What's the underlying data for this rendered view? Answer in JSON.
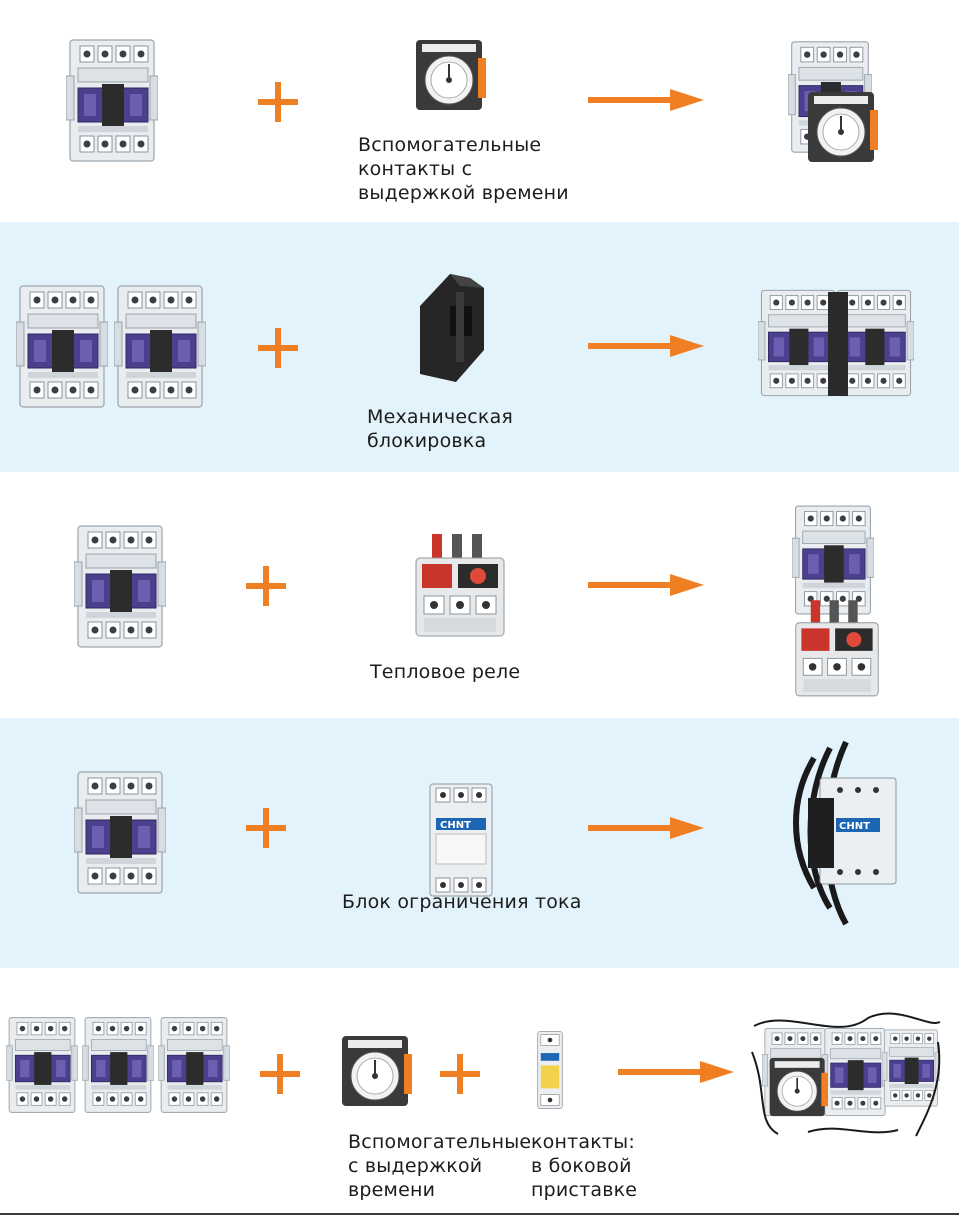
{
  "colors": {
    "accent_orange": "#f07f23",
    "band_blue": "#e3f3fb",
    "contactor_body": "#eceff2",
    "contactor_purple": "#4b3f8e",
    "dark_module": "#2b2b2b",
    "relay_red": "#c9352b",
    "text": "#1c1c1c"
  },
  "rows": [
    {
      "id": "row-1",
      "product": "contactor",
      "accessory": "time-delay-auxiliary-contact-block",
      "result": "contactor-with-time-delay-block",
      "caption": "Вспомогательные\nконтакты с\nвыдержкой времени"
    },
    {
      "id": "row-2",
      "product": "two-contactors",
      "accessory": "mechanical-interlock",
      "result": "reversing-contactor-assembly",
      "caption": "Механическая\nблокировка"
    },
    {
      "id": "row-3",
      "product": "contactor",
      "accessory": "thermal-overload-relay",
      "result": "contactor-with-thermal-relay",
      "caption": "Тепловое реле"
    },
    {
      "id": "row-4",
      "product": "contactor",
      "accessory": "current-limiting-block",
      "result": "capacitor-switching-contactor",
      "caption": "Блок ограничения тока"
    },
    {
      "id": "row-5",
      "product": "three-contactors",
      "accessory": "time-delay-block-and-side-auxiliary-contact",
      "result": "star-delta-starter-assembly",
      "caption_left": "Вспомогательные\nс выдержкой\nвремени",
      "caption_right": "контакты:\nв боковой\nприставке"
    }
  ],
  "icons": {
    "plus": "plus-icon",
    "arrow": "right-arrow-icon",
    "brand_mark": "CHNT"
  }
}
